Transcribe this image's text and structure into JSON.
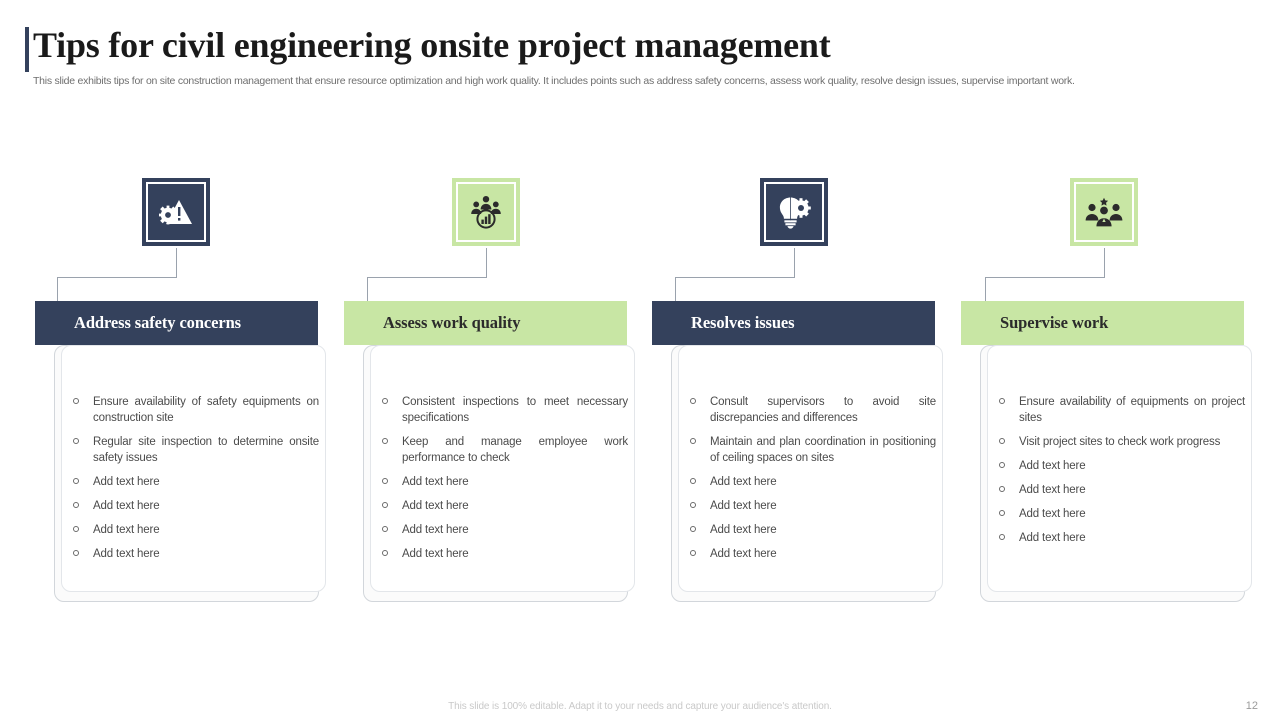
{
  "slide": {
    "title": "Tips for civil engineering onsite project management",
    "subtitle": "This slide exhibits tips for on site construction management that ensure resource optimization and high work quality. It includes points such as address safety concerns, assess work quality, resolve design issues, supervise important work.",
    "footer_note": "This slide is 100% editable. Adapt it to your needs and capture your audience's attention.",
    "page_number": "12"
  },
  "colors": {
    "dark": "#34415c",
    "light_green": "#c8e6a4",
    "body_text": "#4b4b4b",
    "muted": "#6f6f6f",
    "connector": "#9aa2ad"
  },
  "columns": [
    {
      "theme": "dark",
      "icon": "warning-gear-icon",
      "heading": "Address safety concerns",
      "bullets": [
        "Ensure availability of safety equipments on construction site",
        "Regular site inspection to determine onsite safety issues",
        "Add text here",
        "Add text here",
        "Add text here",
        "Add text here"
      ]
    },
    {
      "theme": "light",
      "icon": "team-bar-chart-icon",
      "heading": "Assess work quality",
      "bullets": [
        "Consistent inspections to meet necessary specifications",
        "Keep and manage employee work performance to check",
        "Add text here",
        "Add text here",
        "Add text here",
        "Add text here"
      ]
    },
    {
      "theme": "dark",
      "icon": "lightbulb-gear-icon",
      "heading": "Resolves issues",
      "bullets": [
        "Consult supervisors to avoid site discrepancies and differences",
        "Maintain and plan coordination in positioning of ceiling spaces on sites",
        "Add text here",
        "Add text here",
        "Add text here",
        "Add text here"
      ]
    },
    {
      "theme": "light",
      "icon": "team-star-icon",
      "heading": "Supervise work",
      "bullets": [
        "Ensure availability of equipments on project sites",
        "Visit project sites to check work progress",
        "Add text here",
        "Add text here",
        "Add text here",
        "Add text here"
      ]
    }
  ]
}
